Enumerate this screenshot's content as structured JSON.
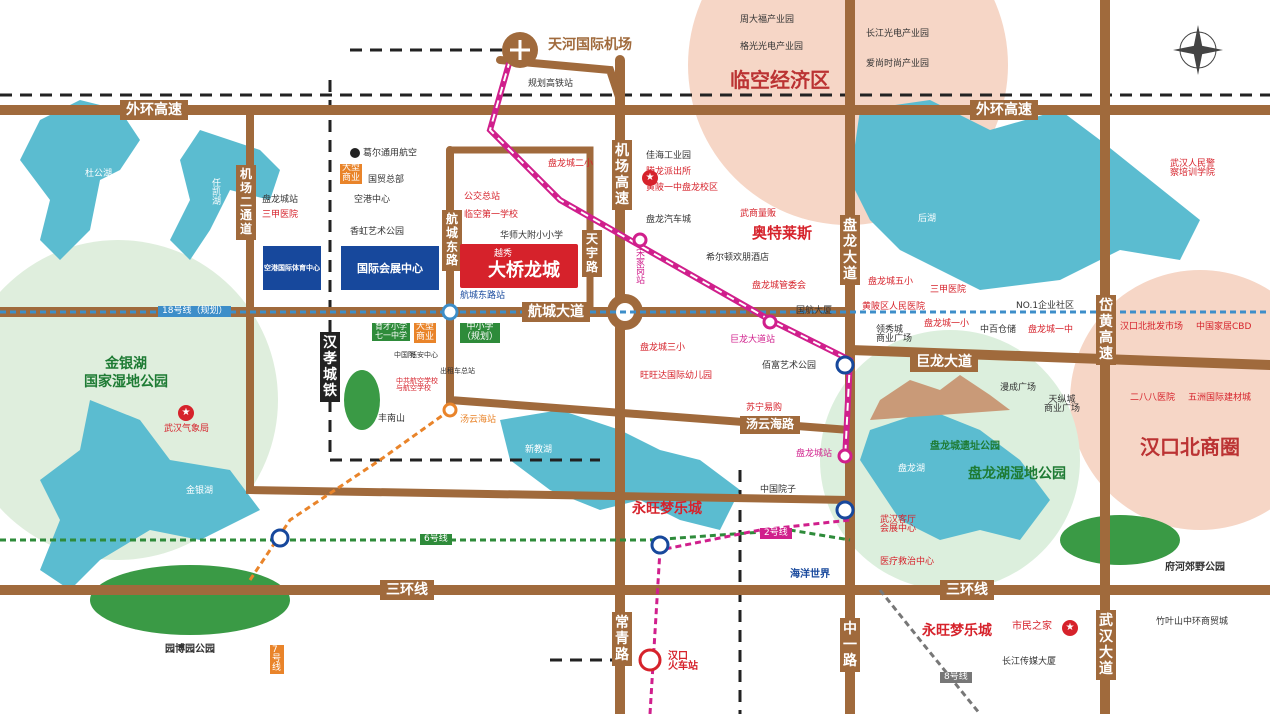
{
  "roads": {
    "outer_ring": "外环高速",
    "outer_ring_east": "外环高速",
    "third_ring": "三环线",
    "third_ring_east": "三环线",
    "hangcheng": "航城大道",
    "julong": "巨龙大道",
    "tangyunhai": "汤云海路",
    "airport_hw": "机场高速",
    "airport_2nd": "机场二通道",
    "hangcheng_east": "航城东路",
    "tianyu": "天宇路",
    "panlong": "盘龙大道",
    "daihuang": "岱黄高速",
    "wuhan": "武汉大道",
    "changqing": "常青路",
    "zhongyi": "中一路",
    "hanxiao": "汉孝城铁"
  },
  "zones": {
    "linkong": "临空经济区",
    "hankou_north": "汉口北商圈",
    "jinyin_park": "金银湖\n国家湿地公园",
    "panlong_park": "盘龙湖湿地公园",
    "fuhe_park": "府河郊野公园",
    "yuanbo_park": "园博园公园"
  },
  "lakes": {
    "du": "杜公湖",
    "renkai": "任凯湖",
    "jinyin": "金银湖",
    "xinjiao": "新教湖",
    "panlong": "盘龙湖",
    "hou": "后湖"
  },
  "transit": {
    "airport": "天河国际机场",
    "planned_rail": "规划高铁站",
    "line18": "18号线（规划）",
    "line6": "6号线",
    "line2": "2号线",
    "line7": "7号线",
    "line8": "8号线",
    "hangchengdonglu": "航城东路站",
    "songjiagang": "宋家岗站",
    "julongdadao": "巨龙大道站",
    "panlongcheng": "盘龙城站",
    "tangyunhai_st": "汤云海站",
    "hankou_station": "汉口\n火车站"
  },
  "project": {
    "brand": "越秀",
    "name": "大桥龙城"
  },
  "boxes": {
    "intl_sports": "空港国际体育中心",
    "expo": "国际会展中心",
    "big_biz": "大型\n商业",
    "big_biz2": "大型\n商业",
    "school": "育才小学\n七一中学",
    "middle": "中小学\n（规划）"
  },
  "pois": {
    "ge": "葛尔通用航空",
    "guomao": "国贸总部",
    "konggang": "空港中心",
    "xiangshan": "香虹艺术公园",
    "panlong_station": "盘龙城站",
    "sanjia": "三甲医院",
    "gongjiao": "公交总站",
    "linkong_school": "临空第一学校",
    "huashi": "华师大附小小学",
    "panlong2": "盘龙城二小",
    "jiahai": "佳海工业园",
    "tenglong": "腾龙派出所",
    "huangpi": "黄陂一中盘龙校区",
    "panlong_car": "盘龙汽车城",
    "wushang": "武商量贩",
    "aotelaisi": "奥特莱斯",
    "xierdun": "希尔顿欢朋酒店",
    "guanwei": "盘龙城管委会",
    "panlong5": "盘龙城五小",
    "sanjia2": "三甲医院",
    "huangpi_hosp": "黄陂区人民医院",
    "guohang": "国航大厦",
    "lingxiu": "领秀城\n商业广场",
    "panlong1": "盘龙城一小",
    "zhongcang": "中百仓储",
    "no1": "NO.1企业社区",
    "panlong_mid": "盘龙城一中",
    "panlong3": "盘龙城三小",
    "wangwang": "旺旺达国际幼儿园",
    "baixin": "佰富艺术公园",
    "suning": "苏宁易购",
    "hanyang_sq": "漫成广场",
    "tiancheng": "天纵城\n商业广场",
    "ruins": "盘龙城遗址公园",
    "yuanwang": "中国院子",
    "yongwang": "永旺梦乐城",
    "yongwang2": "永旺梦乐城",
    "haiyang": "海洋世界",
    "convention": "武汉客厅\n会展中心",
    "medical": "医疗救治中心",
    "shimin": "市民之家",
    "changjiang": "长江传媒大厦",
    "zhuye": "竹叶山中环商贸城",
    "hankou_trade": "汉口北批发市场",
    "china_home": "中国家居CBD",
    "288": "二八八医院",
    "wuzhou": "五洲国际建材城",
    "police": "武汉人民警\n察培训学院",
    "weather": "武汉气象局",
    "fengshan": "丰南山",
    "teacher": "中共航空学校\n与航空学校",
    "teacher2": "中国院",
    "bi": "钰安中心",
    "taxi": "出租车总站",
    "park_a": "周大福产业园",
    "park_b": "格光光电产业园",
    "park_c": "长江光电产业园",
    "park_d": "爱尚时尚产业园"
  },
  "colors": {
    "road": "#a06a3c",
    "lake": "#5bbcd0",
    "green": "#3a9a45",
    "circle_green": "#d9efdb",
    "circle_red": "#f7d3c4",
    "red": "#d6222b",
    "line18": "#3d8ec9"
  }
}
